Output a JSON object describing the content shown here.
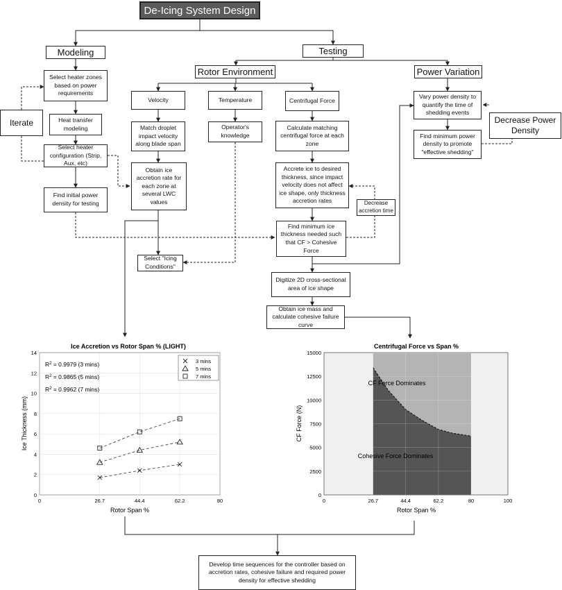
{
  "title": "De-Icing System Design",
  "branches": {
    "modeling": "Modeling",
    "testing": "Testing",
    "rotor_environment": "Rotor Environment",
    "power_variation": "Power Variation"
  },
  "modeling_steps": [
    "Select heater zones based on power requirements",
    "Heat transfer modeling",
    "Select heater configuration (Strip, Aux, etc)",
    "Find initial power density for testing"
  ],
  "side_labels": {
    "iterate": "Iterate",
    "decrease_power_density": "Decrease Power Density",
    "decrease_accretion_time": "Decrease accretion time"
  },
  "rotor_env": {
    "velocity": {
      "header": "Velocity",
      "steps": [
        "Match droplet impact velocity along blade span",
        "Obtain ice accretion rate for each zone at several LWC values"
      ]
    },
    "temperature": {
      "header": "Temperature",
      "steps": [
        "Operator's knowledge"
      ]
    },
    "centrifugal": {
      "header": "Centrifugal Force",
      "steps": [
        "Calculate matching centrifugal force at each zone",
        "Accrete ice to desired thickness, since impact velocity does not affect ice shape, only thickness accretion rates",
        "Find minimum ice thickness needed such that CF > Cohesive Force"
      ]
    },
    "icing_conditions": "Select \"Icing Conditions\""
  },
  "power_steps": [
    "Vary power density to quantify the time of shedding events",
    "Find minimum power density to promote \"effective shedding\""
  ],
  "post_steps": [
    "Digitize 2D cross-sectional area of ice shape",
    "Obtain ice mass and calculate cohesive failure curve"
  ],
  "final_step": "Develop time sequences for the controller based on accretion rates, cohesive failure and required power density for effective shedding",
  "chart_data": [
    {
      "type": "scatter",
      "title": "Ice Accretion vs Rotor Span % (LIGHT)",
      "xlabel": "Rotor Span %",
      "ylabel": "Ice Thickness (mm)",
      "xlim": [
        0,
        80
      ],
      "ylim": [
        0,
        14
      ],
      "xticks": [
        0,
        26.7,
        44.4,
        62.2,
        80
      ],
      "yticks": [
        0,
        2,
        4,
        6,
        8,
        10,
        12,
        14
      ],
      "grid": true,
      "legend": "top-right",
      "x": [
        26.7,
        44.4,
        62.2
      ],
      "series": [
        {
          "name": "3 mins",
          "marker": "x",
          "values": [
            1.7,
            2.4,
            3.0
          ]
        },
        {
          "name": "5 mins",
          "marker": "triangle",
          "values": [
            3.2,
            4.4,
            5.2
          ]
        },
        {
          "name": "7 mins",
          "marker": "square",
          "values": [
            4.6,
            6.2,
            7.5
          ]
        }
      ],
      "annotations": [
        {
          "prefix": "R",
          "sup": "2",
          "text": " = 0.9979 (3 mins)"
        },
        {
          "prefix": "R",
          "sup": "2",
          "text": " = 0.9865 (5 mins)"
        },
        {
          "prefix": "R",
          "sup": "2",
          "text": " = 0.9962 (7 mins)"
        }
      ]
    },
    {
      "type": "area",
      "title": "Centrifugal Force vs Span %",
      "xlabel": "Rotor Span %",
      "ylabel": "CF Force (N)",
      "xlim": [
        0,
        100
      ],
      "ylim": [
        0,
        15000
      ],
      "xticks": [
        0,
        26.7,
        44.4,
        62.2,
        80,
        100
      ],
      "yticks": [
        0,
        2500,
        5000,
        7500,
        10000,
        12500,
        15000
      ],
      "grid": true,
      "x": [
        26.7,
        35,
        44.4,
        53,
        62.2,
        70,
        80
      ],
      "values": [
        13400,
        11000,
        9000,
        7900,
        6900,
        6500,
        6200
      ],
      "regions": {
        "above": "CF Force Dominates",
        "below": "Cohesive Force Dominates"
      },
      "colors": {
        "below": "#555555",
        "above": "#b4b4b4",
        "outside": "#f0f0f0"
      }
    }
  ]
}
